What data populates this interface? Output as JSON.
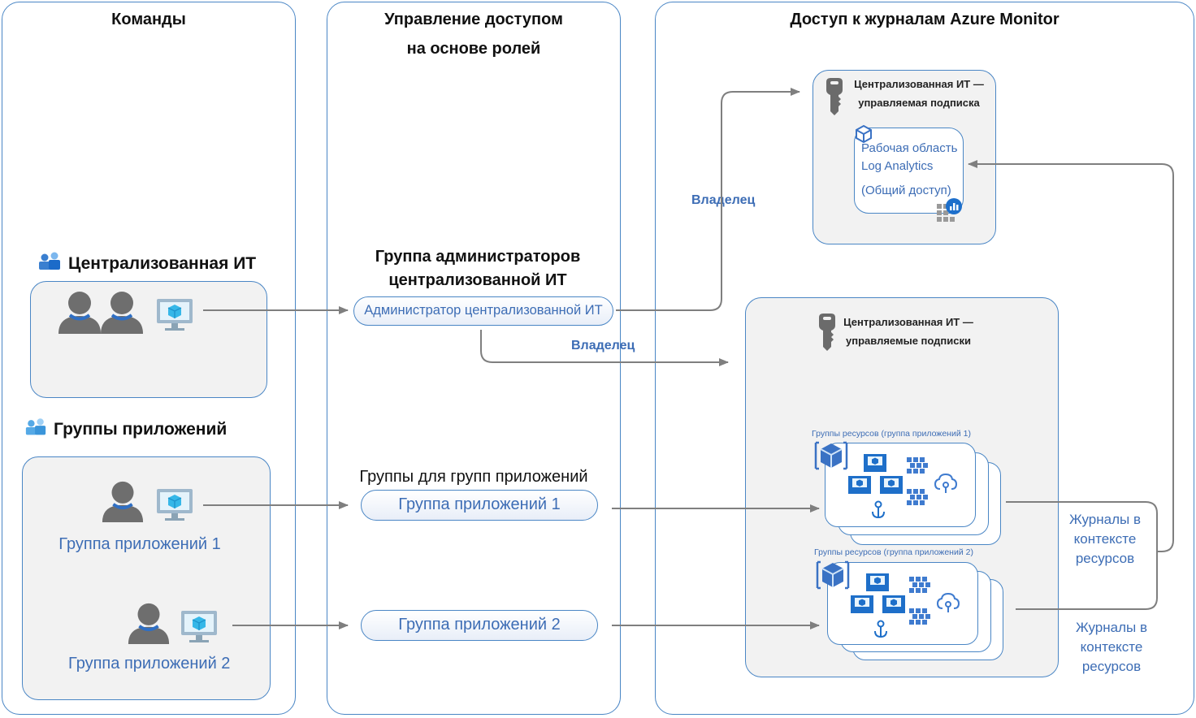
{
  "columns": {
    "teams": {
      "title": "Команды"
    },
    "rbac": {
      "title_line1": "Управление доступом",
      "title_line2": "на основе ролей"
    },
    "access": {
      "title": "Доступ к журналам Azure Monitor"
    }
  },
  "teams": {
    "central_it_label": "Централизованная ИТ",
    "app_groups_label": "Группы приложений",
    "app_group_1_label": "Группа приложений 1",
    "app_group_2_label": "Группа приложений 2"
  },
  "rbac": {
    "admin_group_title_line1": "Группа администраторов",
    "admin_group_title_line2": "централизованной ИТ",
    "admin_pill": "Администратор централизованной ИТ",
    "app_groups_title": "Группы для групп приложений",
    "app_group_1_pill": "Группа приложений 1",
    "app_group_2_pill": "Группа приложений 2"
  },
  "edges": {
    "owner_1": "Владелец",
    "owner_2": "Владелец"
  },
  "access": {
    "managed_subscription": {
      "title_line1": "Централизованная ИТ —",
      "title_line2": "управляемая подписка",
      "workspace_line1": "Рабочая область",
      "workspace_line2": "Log Analytics",
      "workspace_line3": "(Общий доступ)"
    },
    "managed_subscriptions": {
      "title_line1": "Централизованная ИТ —",
      "title_line2": "управляемые подписки",
      "rg1_caption": "Группы ресурсов (группа приложений 1)",
      "rg2_caption": "Группы ресурсов (группа приложений 2)"
    },
    "logs_1": {
      "line1": "Журналы в",
      "line2": "контексте",
      "line3": "ресурсов"
    },
    "logs_2": {
      "line1": "Журналы в",
      "line2": "контексте",
      "line3": "ресурсов"
    }
  },
  "icons": [
    "users-icon",
    "person-icon",
    "monitor-icon",
    "key-icon",
    "log-analytics-icon",
    "resource-group-icon",
    "vm-icon",
    "kubernetes-icon",
    "cloud-icon",
    "load-balancer-icon"
  ],
  "colors": {
    "border": "#4a86c5",
    "accent_text": "#3d6db5",
    "arrow": "#7f7f7f",
    "panel": "#f2f2f2"
  }
}
